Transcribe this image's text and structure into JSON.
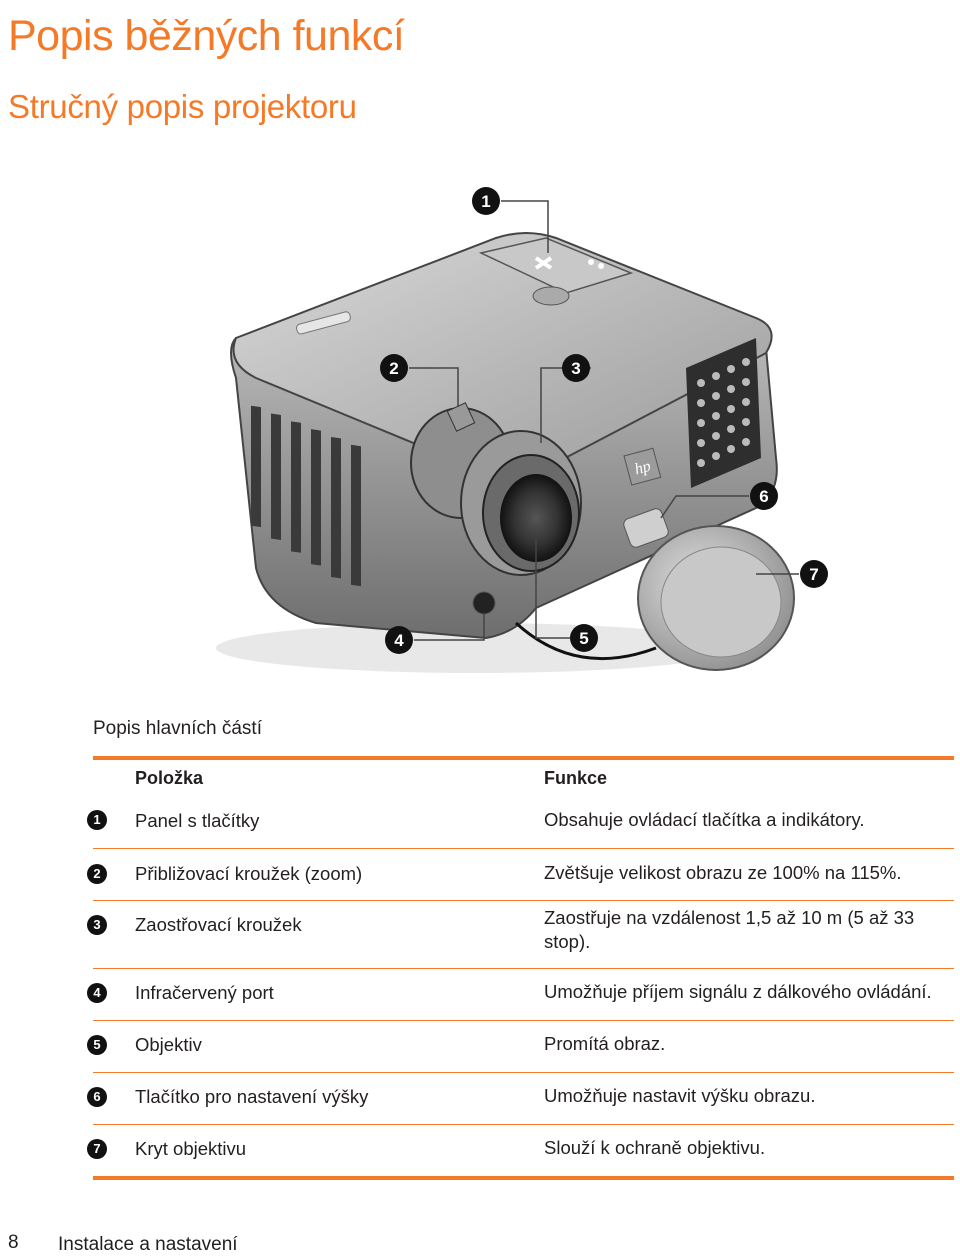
{
  "page": {
    "title": "Popis běžných funkcí",
    "subtitle": "Stručný popis projektoru"
  },
  "figure": {
    "callouts": [
      "1",
      "2",
      "3",
      "4",
      "5",
      "6",
      "7"
    ],
    "brand_logo_text": "hp"
  },
  "table": {
    "caption": "Popis hlavních částí",
    "header_item": "Položka",
    "header_function": "Funkce",
    "rows": [
      {
        "num": "1",
        "item": "Panel s tlačítky",
        "function": "Obsahuje ovládací tlačítka a indikátory."
      },
      {
        "num": "2",
        "item": "Přibližovací kroužek (zoom)",
        "function": "Zvětšuje velikost obrazu ze 100% na 115%."
      },
      {
        "num": "3",
        "item": "Zaostřovací kroužek",
        "function": "Zaostřuje na vzdálenost 1,5 až 10 m (5 až 33 stop)."
      },
      {
        "num": "4",
        "item": "Infračervený port",
        "function": "Umožňuje příjem signálu z dálkového ovládání."
      },
      {
        "num": "5",
        "item": "Objektiv",
        "function": "Promítá obraz."
      },
      {
        "num": "6",
        "item": "Tlačítko pro nastavení výšky",
        "function": "Umožňuje nastavit výšku obrazu."
      },
      {
        "num": "7",
        "item": "Kryt objektivu",
        "function": "Slouží k ochraně objektivu."
      }
    ]
  },
  "footer": {
    "page_number": "8",
    "section": "Instalace a nastavení"
  },
  "colors": {
    "accent": "#f47a28",
    "text": "#231f20"
  }
}
